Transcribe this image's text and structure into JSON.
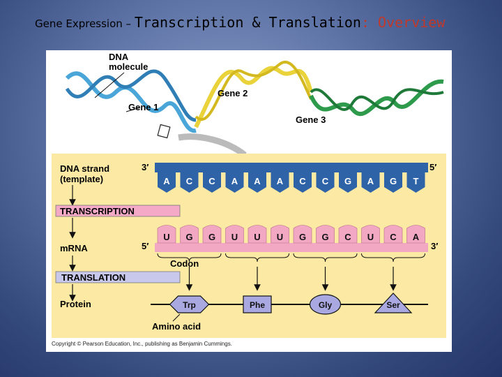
{
  "title": {
    "part1": "Gene Expression",
    "dash": " – ",
    "part2": "Transcription & Translation",
    "colon": ":",
    "part3": " Overview"
  },
  "diagram": {
    "dna_molecule_label_line1": "DNA",
    "dna_molecule_label_line2": "molecule",
    "gene1_label": "Gene 1",
    "gene2_label": "Gene 2",
    "gene3_label": "Gene 3",
    "dna_strand_label_line1": "DNA strand",
    "dna_strand_label_line2": "(template)",
    "transcription_label": "TRANSCRIPTION",
    "mrna_label": "mRNA",
    "translation_label": "TRANSLATION",
    "protein_label": "Protein",
    "codon_label": "Codon",
    "amino_acid_label": "Amino acid",
    "dna_end_left": "3′",
    "dna_end_right": "5′",
    "mrna_end_left": "5′",
    "mrna_end_right": "3′",
    "dna_bases": [
      "A",
      "C",
      "C",
      "A",
      "A",
      "A",
      "C",
      "C",
      "G",
      "A",
      "G",
      "T"
    ],
    "mrna_bases": [
      "U",
      "G",
      "G",
      "U",
      "U",
      "U",
      "G",
      "G",
      "C",
      "U",
      "C",
      "A"
    ],
    "amino_acids": [
      {
        "name": "Trp",
        "shape": "hexagon"
      },
      {
        "name": "Phe",
        "shape": "square"
      },
      {
        "name": "Gly",
        "shape": "circle"
      },
      {
        "name": "Ser",
        "shape": "triangle"
      }
    ],
    "copyright": "Copyright © Pearson Education, Inc., publishing as Benjamin Cummings."
  },
  "colors": {
    "panel_bg": "#fbe9a4",
    "dna_strand": "#2f63a8",
    "mrna_strand": "#f2a7c3",
    "transcription_box": "#f4a9c6",
    "translation_box": "#c8c8ec",
    "amino_acid": "#a9a8e0",
    "gene1": "#4aa6d8",
    "gene2": "#e9d23a",
    "gene3": "#2e9a4c"
  }
}
